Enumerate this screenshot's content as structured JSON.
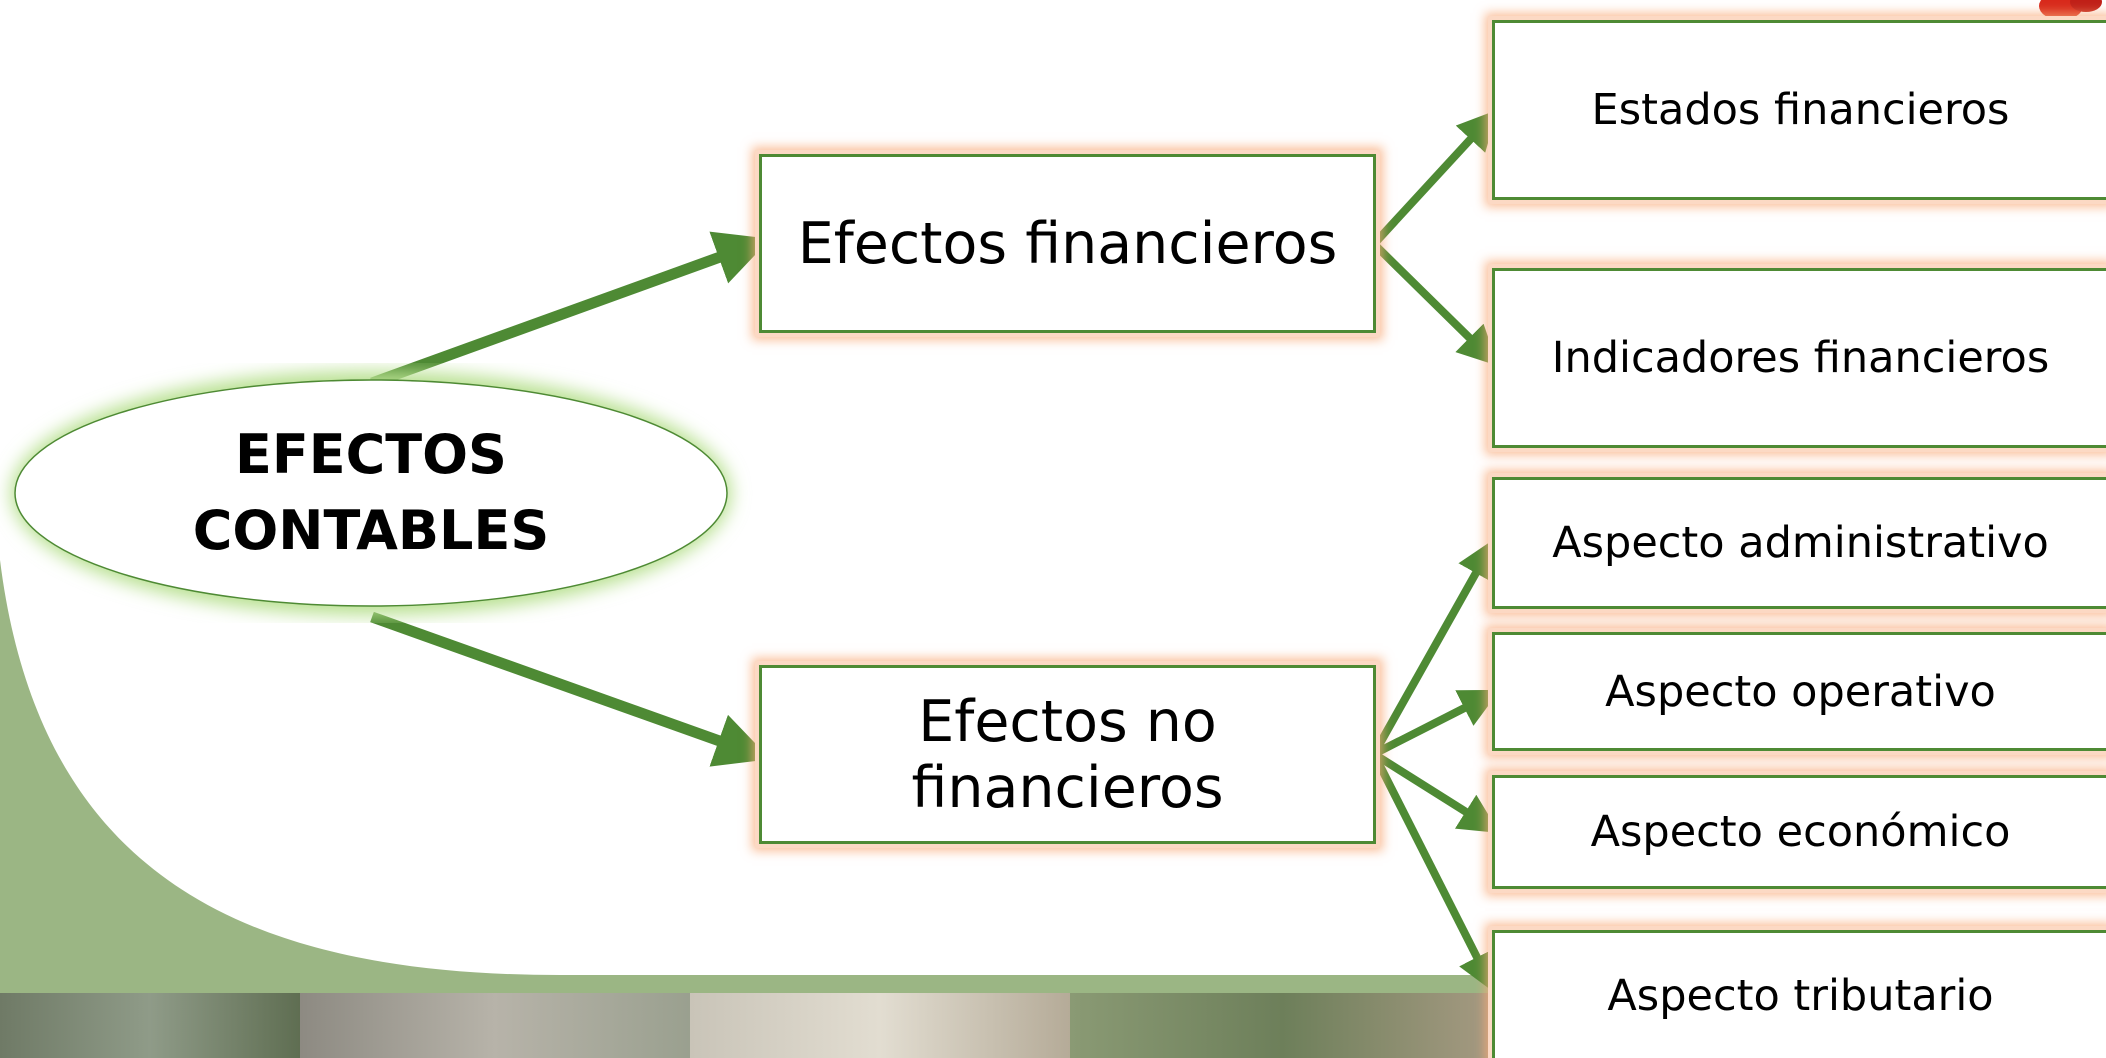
{
  "root": {
    "line1": "EFECTOS",
    "line2": "CONTABLES"
  },
  "level1": {
    "financial": "Efectos financieros",
    "non_financial": "Efectos no financieros"
  },
  "level2": {
    "financial_children": [
      "Estados financieros",
      "Indicadores financieros"
    ],
    "non_financial_children": [
      "Aspecto administrativo",
      "Aspecto operativo",
      "Aspecto económico",
      "Aspecto tributario"
    ]
  },
  "colors": {
    "arrow_green": "#4e8a34",
    "box_border": "#4e8a34",
    "box_glow": "#f8aa78",
    "root_glow": "#b7e08f",
    "background_curve": "#9bb684"
  }
}
